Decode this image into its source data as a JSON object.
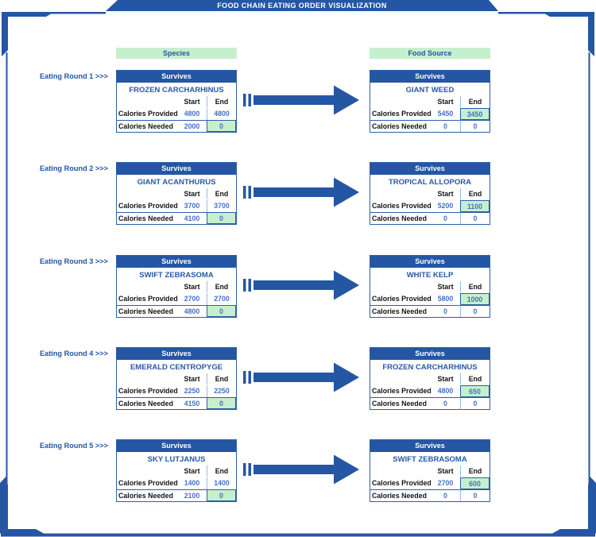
{
  "title": "FOOD CHAIN EATING ORDER VISUALIZATION",
  "columns": {
    "left": "Species",
    "right": "Food Source"
  },
  "labels": {
    "survives": "Survives",
    "start": "Start",
    "end": "End",
    "provided": "Calories Provided",
    "needed": "Calories Needed"
  },
  "colors": {
    "primary_blue": "#2456A4",
    "table_border_blue": "#2E5FA8",
    "number_blue": "#4472C4",
    "highlight_green": "#C6EFCE",
    "divider_light_blue": "#9CB9E0"
  },
  "rounds": [
    {
      "label": "Eating Round 1 >>>",
      "species": {
        "status": "Survives",
        "name": "FROZEN CARCHARHINUS",
        "provided_start": "4800",
        "provided_end": "4800",
        "needed_start": "2000",
        "needed_end": "0"
      },
      "food": {
        "status": "Survives",
        "name": "GIANT WEED",
        "provided_start": "5450",
        "provided_end": "3450",
        "needed_start": "0",
        "needed_end": "0"
      }
    },
    {
      "label": "Eating Round 2 >>>",
      "species": {
        "status": "Survives",
        "name": "GIANT ACANTHURUS",
        "provided_start": "3700",
        "provided_end": "3700",
        "needed_start": "4100",
        "needed_end": "0"
      },
      "food": {
        "status": "Survives",
        "name": "TROPICAL ALLOPORA",
        "provided_start": "5200",
        "provided_end": "1100",
        "needed_start": "0",
        "needed_end": "0"
      }
    },
    {
      "label": "Eating Round 3 >>>",
      "species": {
        "status": "Survives",
        "name": "SWIFT ZEBRASOMA",
        "provided_start": "2700",
        "provided_end": "2700",
        "needed_start": "4800",
        "needed_end": "0"
      },
      "food": {
        "status": "Survives",
        "name": "WHITE KELP",
        "provided_start": "5800",
        "provided_end": "1000",
        "needed_start": "0",
        "needed_end": "0"
      }
    },
    {
      "label": "Eating Round 4 >>>",
      "species": {
        "status": "Survives",
        "name": "EMERALD CENTROPYGE",
        "provided_start": "2250",
        "provided_end": "2250",
        "needed_start": "4150",
        "needed_end": "0"
      },
      "food": {
        "status": "Survives",
        "name": "FROZEN CARCHARHINUS",
        "provided_start": "4800",
        "provided_end": "650",
        "needed_start": "0",
        "needed_end": "0"
      }
    },
    {
      "label": "Eating Round 5 >>>",
      "species": {
        "status": "Survives",
        "name": "SKY LUTJANUS",
        "provided_start": "1400",
        "provided_end": "1400",
        "needed_start": "2100",
        "needed_end": "0"
      },
      "food": {
        "status": "Survives",
        "name": "SWIFT ZEBRASOMA",
        "provided_start": "2700",
        "provided_end": "600",
        "needed_start": "0",
        "needed_end": "0"
      }
    }
  ]
}
